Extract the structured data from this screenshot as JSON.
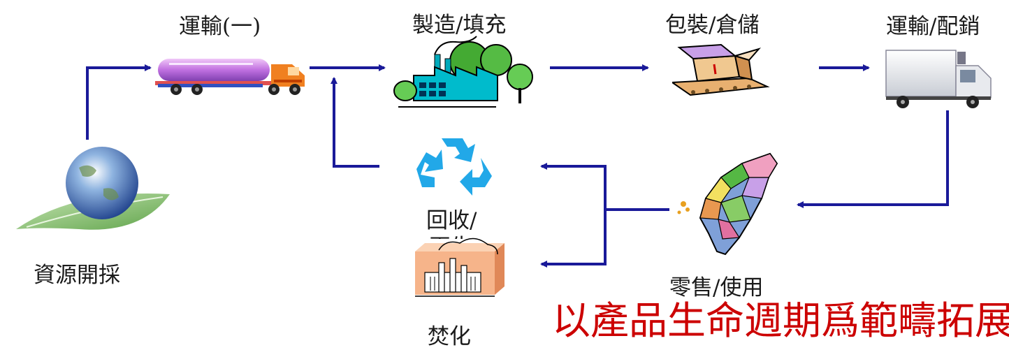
{
  "nodes": {
    "resource_extraction": "資源開採",
    "transport_1": "運輸(一)",
    "manufacture": "製造/填充",
    "packaging": "包裝/倉儲",
    "distribution": "運輸/配銷",
    "retail": "零售/使用",
    "recycle": "回收/",
    "recycle_cut": "再生",
    "incinerate": "焚化"
  },
  "headline": "以產品生命週期爲範疇拓展環",
  "colors": {
    "arrow": "#1a1a99",
    "headline": "#cc0000",
    "recycle": "#22a8e8"
  },
  "icons": {
    "resource": "earth-on-leaf-icon",
    "transport_1": "tanker-truck-icon",
    "manufacture": "factory-icon",
    "packaging": "box-conveyor-icon",
    "distribution": "box-truck-icon",
    "retail": "taiwan-map-icon",
    "recycle": "recycle-icon",
    "incinerate": "incinerator-icon"
  }
}
